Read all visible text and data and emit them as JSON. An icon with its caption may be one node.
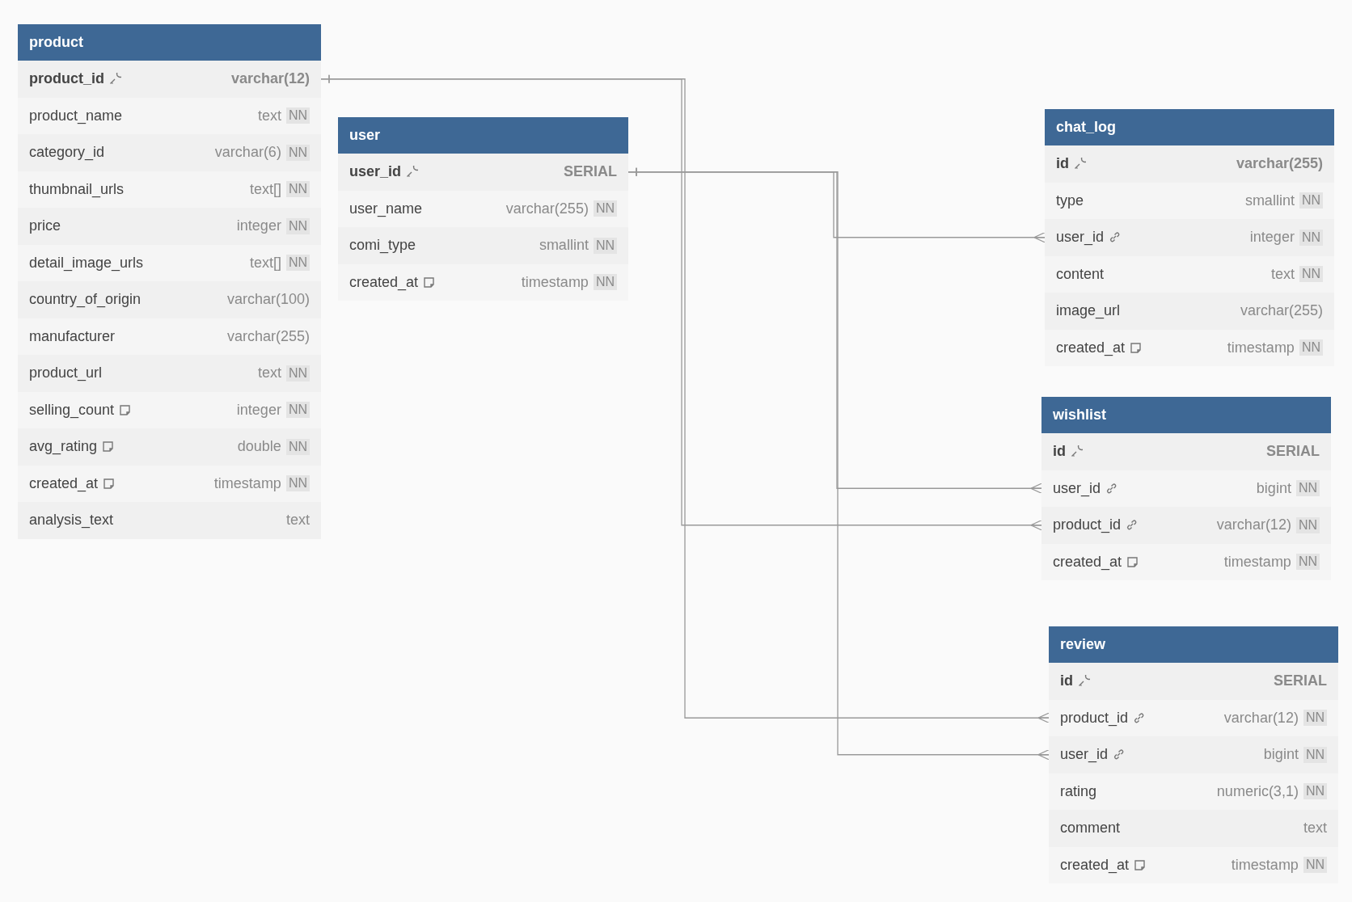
{
  "diagram": {
    "nodes": [
      {
        "text": [
          "product"
        ]
      },
      {
        "text": [
          "product_id",
          "varchar(12)"
        ],
        "in": 0
      },
      {
        "text": [
          "product_name",
          "text",
          "NN"
        ],
        "in": 0
      },
      {
        "text": [
          "category_id",
          "varchar(6)",
          "NN"
        ],
        "in": 0
      },
      {
        "text": [
          "thumbnail_urls",
          "text[]",
          "NN"
        ],
        "in": 0
      },
      {
        "text": [
          "price",
          "integer",
          "NN"
        ],
        "in": 0
      },
      {
        "text": [
          "detail_image_urls",
          "text[]",
          "NN"
        ],
        "in": 0
      },
      {
        "text": [
          "country_of_origin",
          "varchar(100)"
        ],
        "in": 0
      },
      {
        "text": [
          "manufacturer",
          "varchar(255)"
        ],
        "in": 0
      },
      {
        "text": [
          "product_url",
          "text",
          "NN"
        ],
        "in": 0
      },
      {
        "text": [
          "selling_count",
          "integer",
          "NN"
        ],
        "in": 0
      },
      {
        "text": [
          "avg_rating",
          "double",
          "NN"
        ],
        "in": 0
      },
      {
        "text": [
          "created_at",
          "timestamp",
          "NN"
        ],
        "in": 0
      },
      {
        "text": [
          "analysis_text",
          "text"
        ],
        "in": 0
      },
      {
        "text": [
          "user"
        ]
      },
      {
        "text": [
          "user_id",
          "SERIAL"
        ],
        "in": 14
      },
      {
        "text": [
          "user_name",
          "varchar(255)",
          "NN"
        ],
        "in": 14
      },
      {
        "text": [
          "comi_type",
          "smallint",
          "NN"
        ],
        "in": 14
      },
      {
        "text": [
          "created_at",
          "timestamp",
          "NN"
        ],
        "in": 14
      },
      {
        "text": [
          "chat_log"
        ]
      },
      {
        "text": [
          "id",
          "varchar(255)"
        ],
        "in": 19
      },
      {
        "text": [
          "type",
          "smallint",
          "NN"
        ],
        "in": 19
      },
      {
        "text": [
          "user_id",
          "integer",
          "NN"
        ],
        "in": 19
      },
      {
        "text": [
          "content",
          "text",
          "NN"
        ],
        "in": 19
      },
      {
        "text": [
          "image_url",
          "varchar(255)"
        ],
        "in": 19
      },
      {
        "text": [
          "created_at",
          "timestamp",
          "NN"
        ],
        "in": 19
      },
      {
        "text": [
          "wishlist"
        ]
      },
      {
        "text": [
          "id",
          "SERIAL"
        ],
        "in": 26
      },
      {
        "text": [
          "user_id",
          "bigint",
          "NN"
        ],
        "in": 26
      },
      {
        "text": [
          "product_id",
          "varchar(12)",
          "NN"
        ],
        "in": 26
      },
      {
        "text": [
          "created_at",
          "timestamp",
          "NN"
        ],
        "in": 26
      },
      {
        "text": [
          "review"
        ]
      },
      {
        "text": [
          "id",
          "SERIAL"
        ],
        "in": 31
      },
      {
        "text": [
          "product_id",
          "varchar(12)",
          "NN"
        ],
        "in": 31
      },
      {
        "text": [
          "user_id",
          "bigint",
          "NN"
        ],
        "in": 31
      },
      {
        "text": [
          "rating",
          "numeric(3,1)",
          "NN"
        ],
        "in": 31
      },
      {
        "text": [
          "comment",
          "text"
        ],
        "in": 31
      },
      {
        "text": [
          "created_at",
          "timestamp",
          "NN"
        ],
        "in": 31
      }
    ],
    "edges": [
      {
        "from": 1,
        "to": 29,
        "arrow": "other"
      },
      {
        "from": 1,
        "to": 33,
        "arrow": "other"
      },
      {
        "from": 15,
        "to": 22,
        "arrow": "other"
      },
      {
        "from": 15,
        "to": 28,
        "arrow": "other"
      },
      {
        "from": 15,
        "to": 34,
        "arrow": "other"
      }
    ]
  }
}
